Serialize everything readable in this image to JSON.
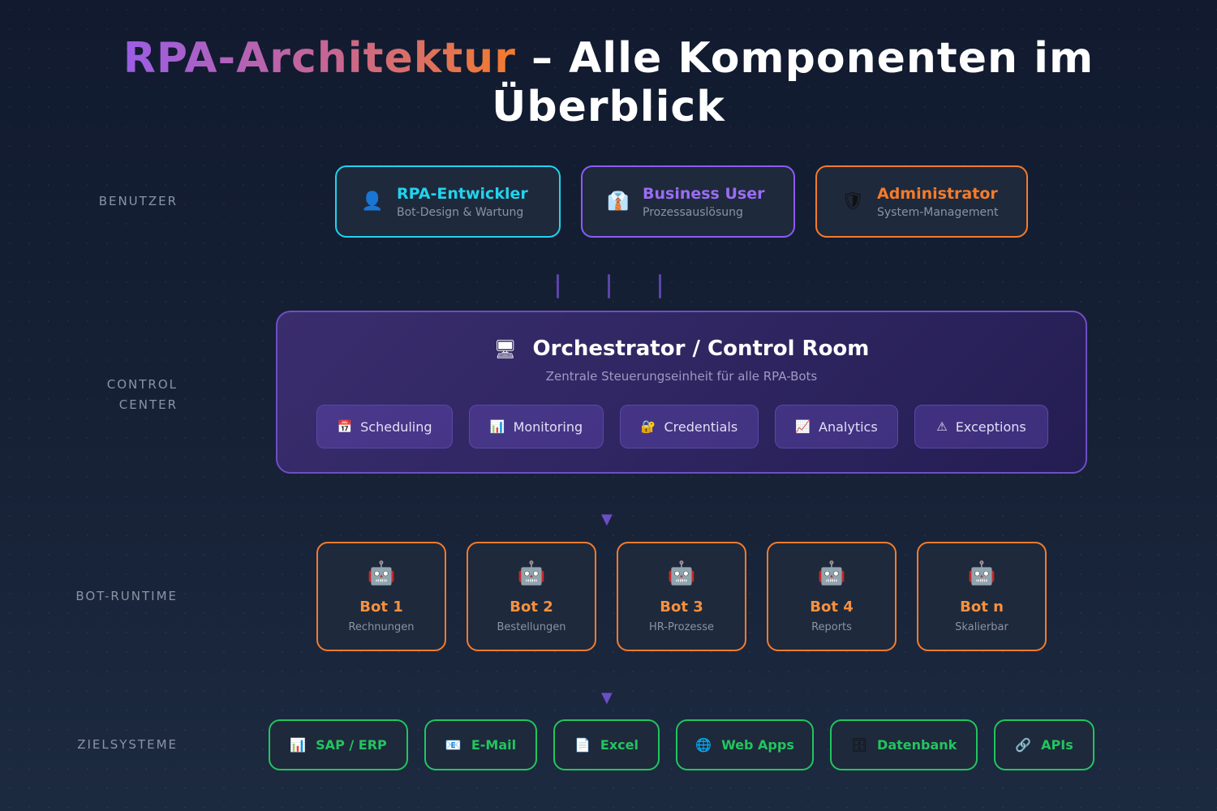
{
  "title": {
    "highlight": "RPA-Architektur",
    "rest_line1": " – Alle Komponenten im",
    "rest_line2": "Überblick"
  },
  "row_labels": {
    "users": "BENUTZER",
    "control_line1": "CONTROL",
    "control_line2": "CENTER",
    "runtime": "BOT-RUNTIME",
    "targets": "ZIELSYSTEME"
  },
  "colors": {
    "cyan": "#22d3ee",
    "purple": "#8b5cf6",
    "orange": "#f47b2c",
    "green": "#22c55e"
  },
  "users": [
    {
      "name": "RPA-Entwickler",
      "sub": "Bot-Design & Wartung",
      "icon": "person-icon",
      "glyph": "👤"
    },
    {
      "name": "Business User",
      "sub": "Prozessauslösung",
      "icon": "business-person-icon",
      "glyph": "👔"
    },
    {
      "name": "Administrator",
      "sub": "System-Management",
      "icon": "shield-icon",
      "glyph": "🛡"
    }
  ],
  "orchestrator": {
    "title": "Orchestrator / Control Room",
    "icon": "monitor-icon",
    "glyph": "🖥",
    "subtitle": "Zentrale Steuerungseinheit für alle RPA-Bots",
    "modules": [
      {
        "label": "Scheduling",
        "icon": "calendar-icon",
        "glyph": "📅"
      },
      {
        "label": "Monitoring",
        "icon": "bar-chart-icon",
        "glyph": "📊"
      },
      {
        "label": "Credentials",
        "icon": "lock-key-icon",
        "glyph": "🔐"
      },
      {
        "label": "Analytics",
        "icon": "line-chart-icon",
        "glyph": "📈"
      },
      {
        "label": "Exceptions",
        "icon": "warning-icon",
        "glyph": "⚠"
      }
    ]
  },
  "arrow_glyph": "▼",
  "bots": [
    {
      "name": "Bot 1",
      "sub": "Rechnungen",
      "icon": "robot-icon",
      "glyph": "🤖"
    },
    {
      "name": "Bot 2",
      "sub": "Bestellungen",
      "icon": "robot-icon",
      "glyph": "🤖"
    },
    {
      "name": "Bot 3",
      "sub": "HR-Prozesse",
      "icon": "robot-icon",
      "glyph": "🤖"
    },
    {
      "name": "Bot 4",
      "sub": "Reports",
      "icon": "robot-icon",
      "glyph": "🤖"
    },
    {
      "name": "Bot n",
      "sub": "Skalierbar",
      "icon": "robot-icon",
      "glyph": "🤖"
    }
  ],
  "targets": [
    {
      "label": "SAP / ERP",
      "icon": "bar-chart-icon",
      "glyph": "📊"
    },
    {
      "label": "E-Mail",
      "icon": "email-icon",
      "glyph": "📧"
    },
    {
      "label": "Excel",
      "icon": "document-icon",
      "glyph": "📄"
    },
    {
      "label": "Web Apps",
      "icon": "globe-icon",
      "glyph": "🌐"
    },
    {
      "label": "Datenbank",
      "icon": "cabinet-icon",
      "glyph": "🗄"
    },
    {
      "label": "APIs",
      "icon": "link-icon",
      "glyph": "🔗"
    }
  ]
}
